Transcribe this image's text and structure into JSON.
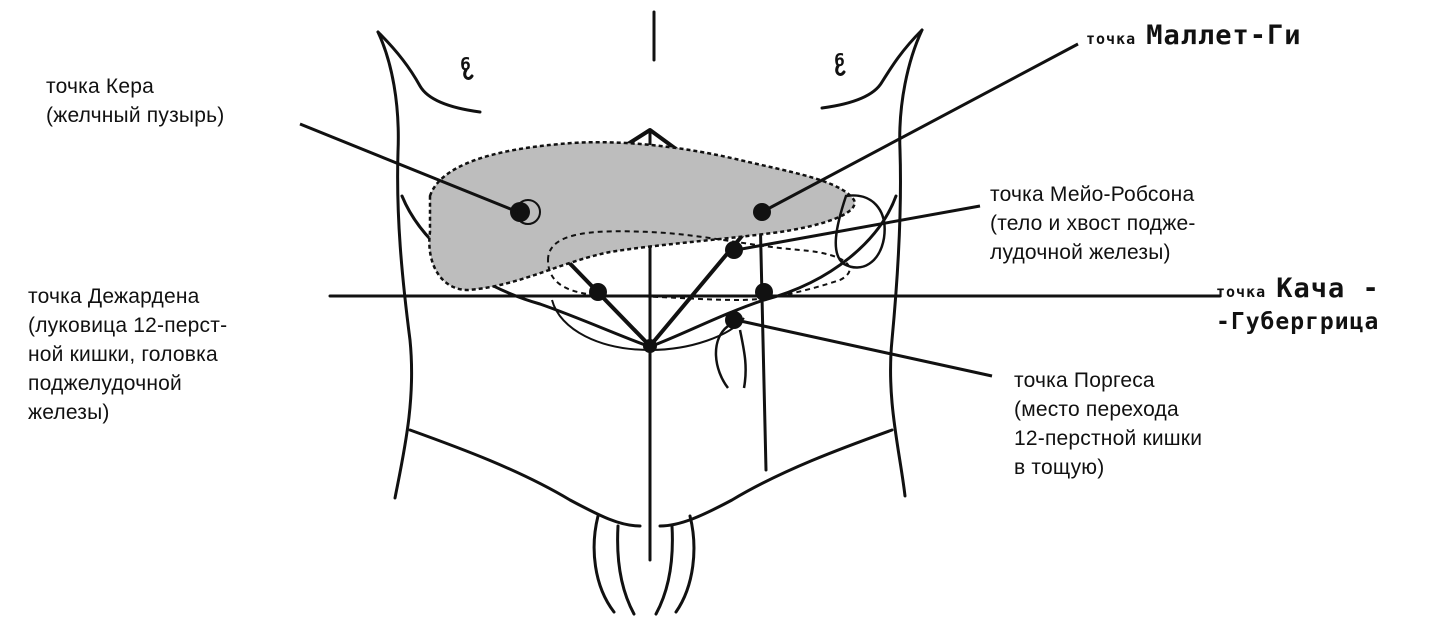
{
  "labels": {
    "kera": {
      "line1": "точка Кера",
      "line2": "(желчный пузырь)"
    },
    "dejardin": {
      "line1": "точка Дежардена",
      "line2": "(луковица 12-перст-",
      "line3": "ной кишки, головка",
      "line4": "поджелудочной",
      "line5": "железы)"
    },
    "mayo_robson": {
      "line1": "точка Мейо-Робсона",
      "line2": "(тело и хвост подже-",
      "line3": "лудочной железы)"
    },
    "porges": {
      "line1": "точка Поргеса",
      "line2": "(место перехода",
      "line3": "12-перстной кишки",
      "line4": "в тощую)"
    }
  },
  "handwritten": {
    "mallet_guy": {
      "small": "точка ",
      "big": "Маллет-Ги"
    },
    "kacha": {
      "small": "точка ",
      "big": "Кача -",
      "line2": "-Губергрица"
    }
  },
  "chest_marks": {
    "left": "6",
    "right": "6"
  }
}
